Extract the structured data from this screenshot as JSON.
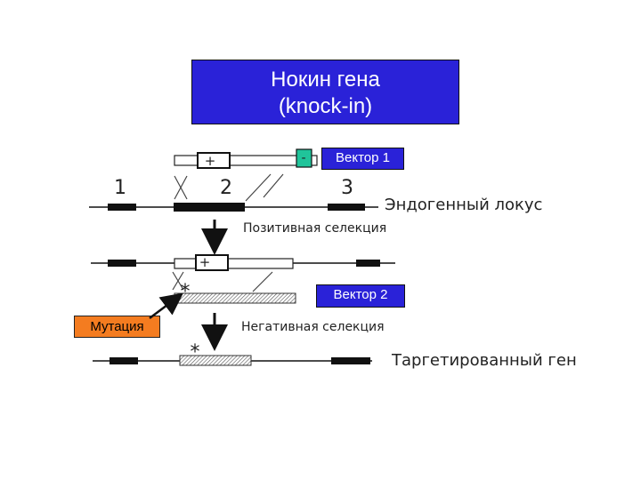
{
  "title": {
    "line1": "Нокин гена",
    "line2": "(knock-in)"
  },
  "vector1": {
    "label": "Вектор 1",
    "plus_marker": "+",
    "minus_marker": "-"
  },
  "vector2": {
    "label": "Вектор 2"
  },
  "mutation": {
    "label": "Мутация",
    "star": "*"
  },
  "exon_numbers": [
    "1",
    "2",
    "3"
  ],
  "locus_label": "Эндогенный локус",
  "positive_selection_label": "Позитивная селекция",
  "negative_selection_label": "Негативная селекция",
  "targeted_gene_label": "Таргетированный ген",
  "row2_plus_marker": "+",
  "targeted_star": "*",
  "colors": {
    "title_bg": "#2a22d8",
    "minus_cassette": "#20c49a",
    "mutation_bg": "#f47c20"
  }
}
